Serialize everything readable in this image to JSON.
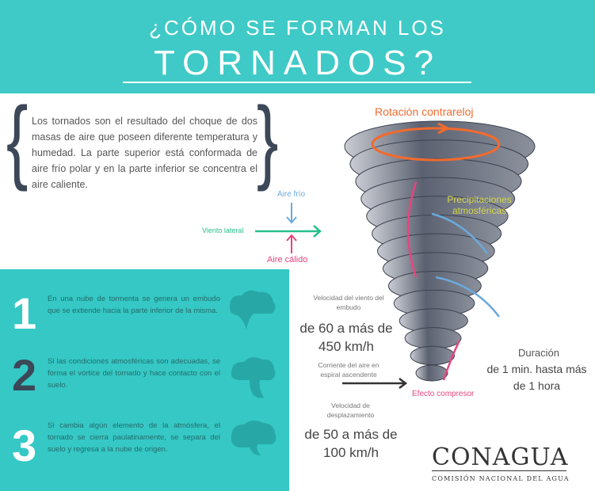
{
  "header": {
    "line1": "¿CÓMO SE FORMAN LOS",
    "line2": "TORNADOS?"
  },
  "intro": {
    "text": "Los tornados son el resultado del choque de dos masas de aire que poseen diferente temperatura y humedad. La parte superior está conformada de aire frío polar y en la parte inferior se concentra el aire caliente."
  },
  "diagram": {
    "rotation": "Rotación contrareloj",
    "precipitation": "Precipitaciones atmosféricas",
    "cold_air": "Aire frío",
    "side_wind": "Viento lateral",
    "warm_air": "Aire cálido",
    "compressor": "Efecto compresor",
    "current": "Corriente del aire en espiral ascendente",
    "colors": {
      "rotation": "#f26a2e",
      "cold": "#6aa9dc",
      "wind": "#27c08c",
      "warm": "#e8457f",
      "precip": "#d6d84a"
    }
  },
  "stats": {
    "wind_label": "Velocidad del viento del embudo",
    "wind_value": "de 60 a más de 450 km/h",
    "move_label": "Velocidad de desplazamiento",
    "move_value": "de 50 a más de 100 km/h",
    "duration_label": "Duración",
    "duration_value": "de 1 min. hasta más de 1 hora"
  },
  "steps": [
    {
      "num": "1",
      "text": "En una nube de tormenta se genera un embudo que se extiende hacia la parte inferior de la misma."
    },
    {
      "num": "2",
      "text": "Si las condiciones atmosféricas son adecuadas, se forma el vórtice del tornado y hace contacto con el suelo."
    },
    {
      "num": "3",
      "text": "Si cambia algún elemento de la atmósfera, el tornado se cierra paulatinamente, se separa del suelo y regresa a la nube de origen."
    }
  ],
  "logo": {
    "name": "CONAGUA",
    "subtitle": "COMISIÓN NACIONAL DEL AGUA"
  }
}
